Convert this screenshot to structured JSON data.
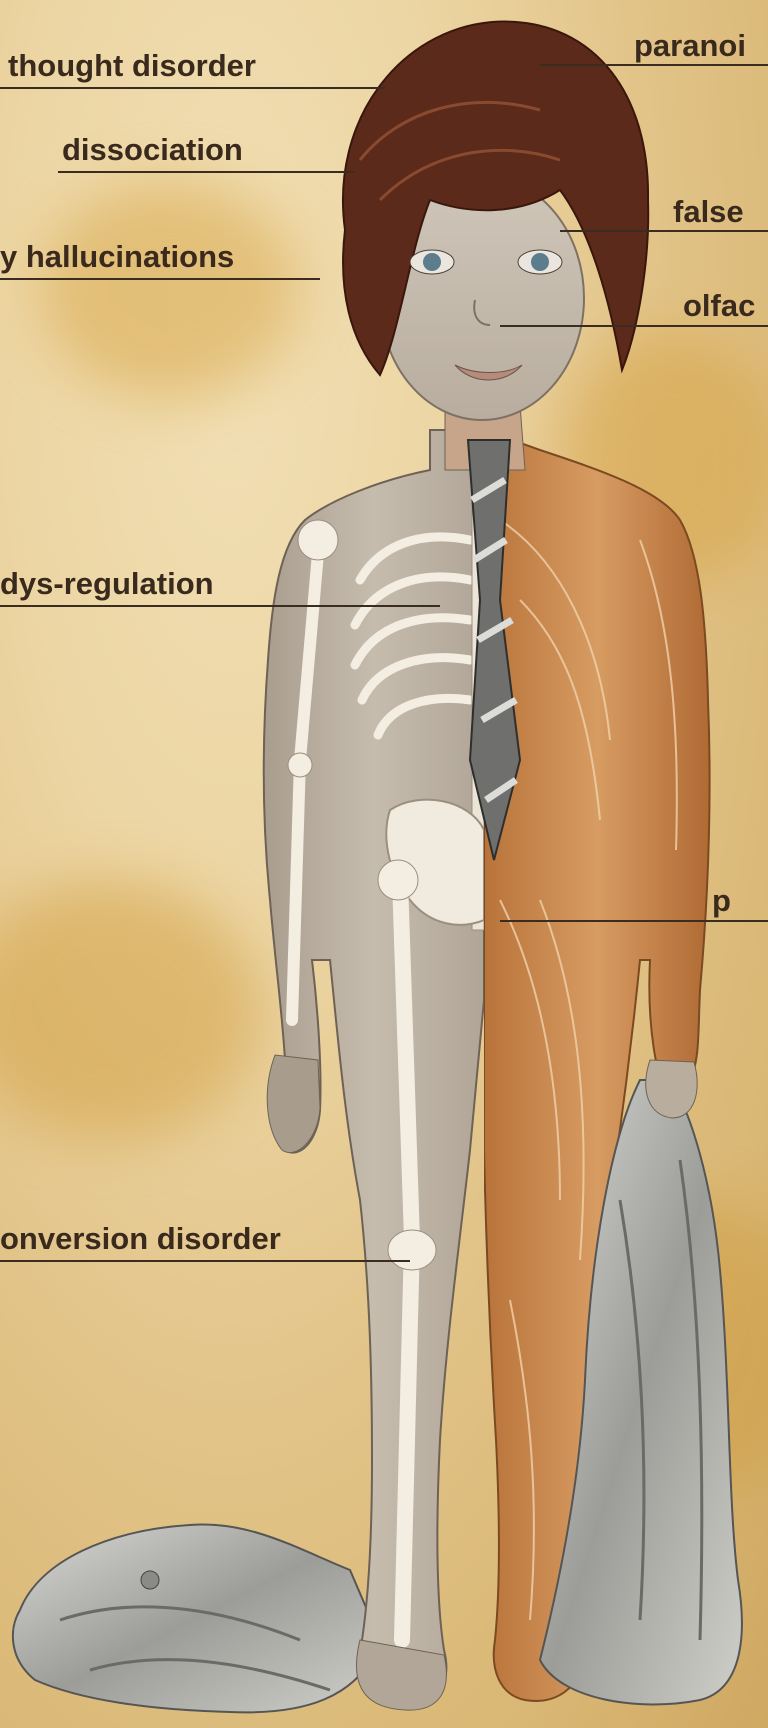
{
  "labels": {
    "thought_disorder": "thought disorder",
    "dissociation": "dissociation",
    "hallucinations": "y hallucinations",
    "dysregulation": "dys-regulation",
    "conversion_disorder": "onversion disorder",
    "paranoia": "paranoi",
    "false": "false",
    "olfac": "olfac",
    "p": "p"
  },
  "colors": {
    "background": "#e6cb92",
    "label_text": "#3a2a1e",
    "leader_line": "#3b2c22",
    "skin": "#bdb1a1",
    "muscle": "#c98a4e",
    "bone": "#f2ece0",
    "hair": "#5b2a1a",
    "cloth": "#a8a8a4"
  },
  "icons": [
    "boy-figure",
    "skeleton",
    "muscles",
    "necktie",
    "shirt-in-hand",
    "pants-on-floor"
  ]
}
